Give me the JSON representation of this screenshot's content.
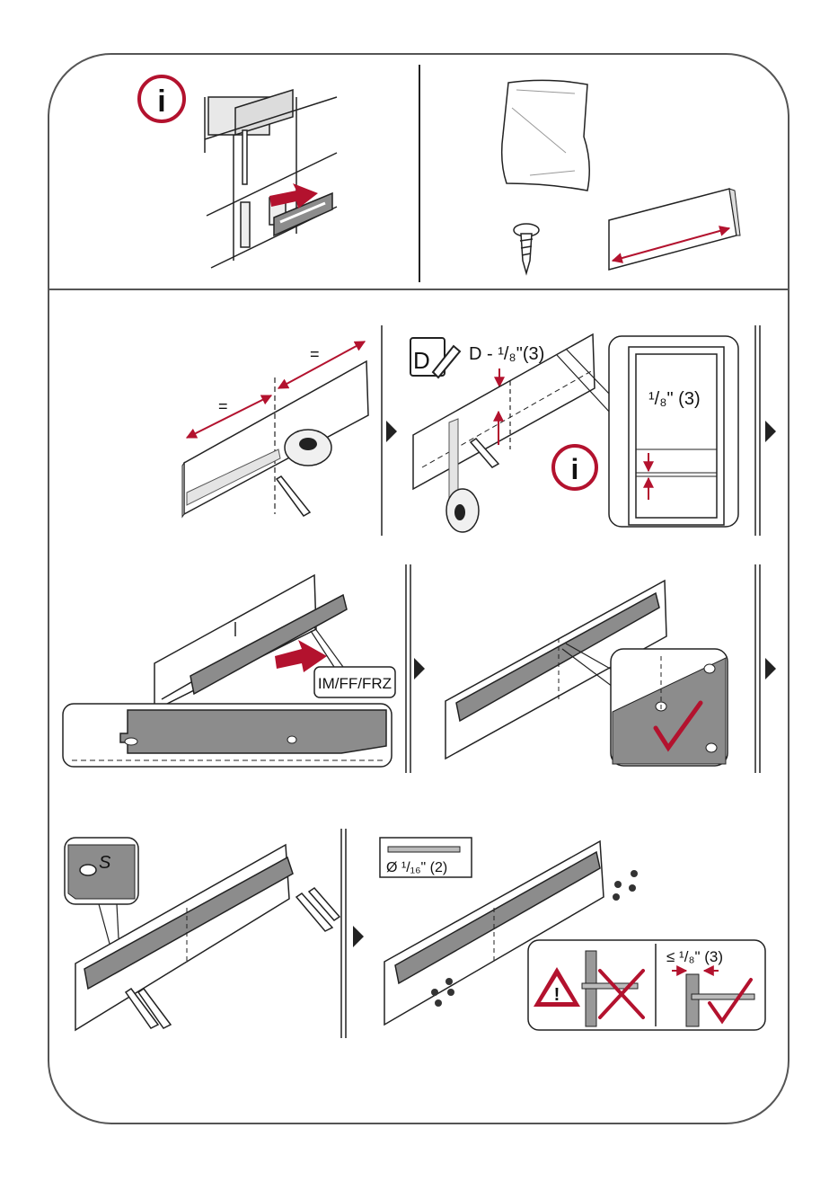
{
  "panels": {
    "info_icon_letter": "i",
    "step1_equal_left": "=",
    "step1_equal_right": "=",
    "step2_notepad_letter": "D",
    "step2_formula": "D - ¹/₈\"(3)",
    "step2_detail_measure": "¹/₈\" (3)",
    "step3_model_label": "IM/FF/FRZ",
    "step5_marker_letter": "S",
    "step6_drill_label": "Ø ¹/₁₆\" (2)",
    "step6_gap_label": "≤ ¹/₈\" (3)",
    "warning_symbol": "!"
  },
  "colors": {
    "accent_red": "#b3122e",
    "line_dark": "#222222",
    "rail_gray": "#8c8c8c",
    "frame_gray": "#555555"
  }
}
